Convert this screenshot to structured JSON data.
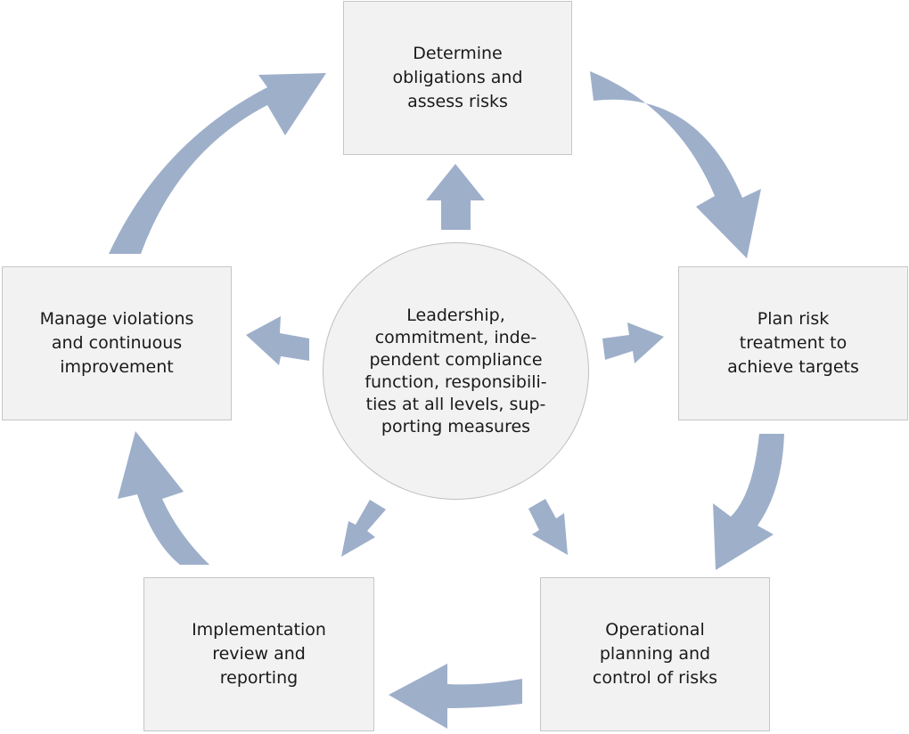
{
  "colors": {
    "arrow": "#9eafca",
    "box_fill": "#f2f2f2",
    "box_border": "#c6c6c6",
    "text": "#1a1a1a"
  },
  "center": {
    "text": "Leadership,\ncommitment, inde-\npendent compliance\nfunction, responsibili-\nties at all levels, sup-\nporting measures"
  },
  "steps": [
    {
      "label": "Determine\nobligations and\nassess risks"
    },
    {
      "label": "Plan risk\ntreatment to\nachieve targets"
    },
    {
      "label": "Operational\nplanning and\ncontrol of risks"
    },
    {
      "label": "Implementation\nreview and\nreporting"
    },
    {
      "label": "Manage violations\nand continuous\nimprovement"
    }
  ]
}
